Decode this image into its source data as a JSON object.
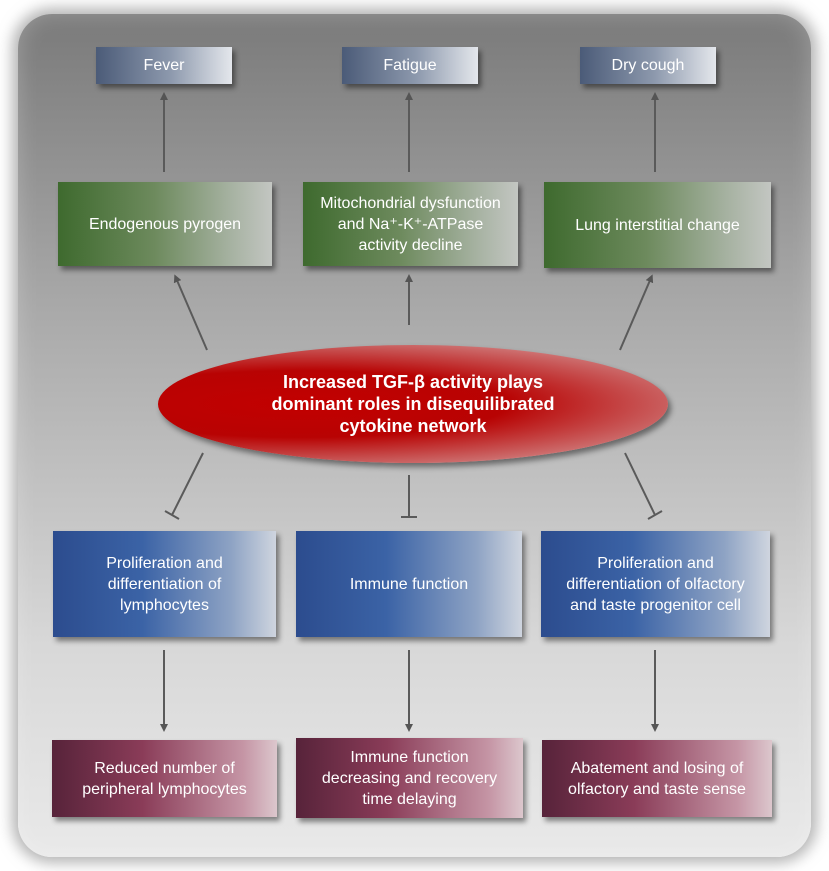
{
  "symptoms": [
    "Fever",
    "Fatigue",
    "Dry cough"
  ],
  "mechanisms": [
    "Endogenous pyrogen",
    "Mitochondrial dysfunction and Na⁺-K⁺-ATPase activity decline",
    "Lung interstitial change"
  ],
  "center": "Increased TGF-β activity plays dominant roles in disequilibrated cytokine network",
  "inhibited": [
    "Proliferation and differentiation of lymphocytes",
    "Immune function",
    "Proliferation and differentiation of olfactory and taste progenitor cell"
  ],
  "outcomes": [
    "Reduced number of peripheral lymphocytes",
    "Immune function decreasing and recovery time delaying",
    "Abatement and losing of olfactory and taste sense"
  ],
  "colors": {
    "center": "#c20000",
    "symptom": "#4b5b78",
    "mechanism": "#3e6a2e",
    "inhibited": "#2c4c8e",
    "outcome": "#57233a"
  }
}
